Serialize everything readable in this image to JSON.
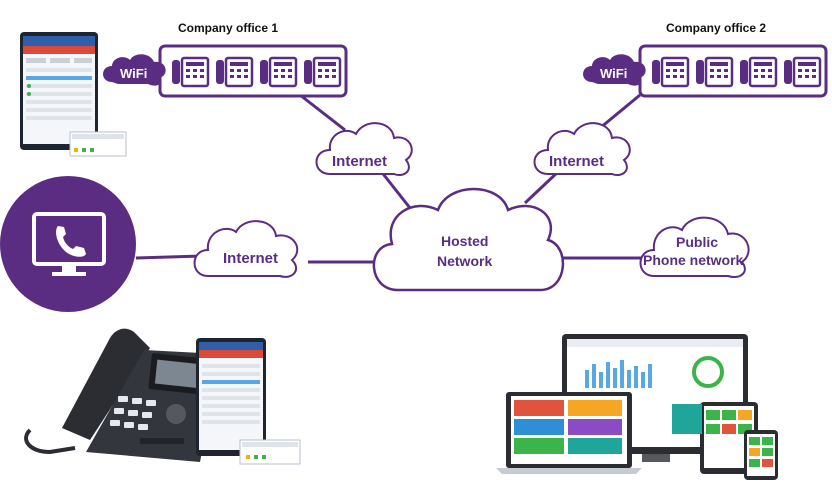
{
  "office1": {
    "title": "Company office 1",
    "wifi": "WiFi"
  },
  "office2": {
    "title": "Company office 2",
    "wifi": "WiFi"
  },
  "clouds": {
    "internet_left": "Internet",
    "internet_office1": "Internet",
    "internet_office2": "Internet",
    "hosted_line1": "Hosted",
    "hosted_line2": "Network",
    "public_line1": "Public",
    "public_line2": "Phone network"
  },
  "colors": {
    "accent": "#5b2d82",
    "line": "#5b2d82",
    "phone_dark": "#2b2d33"
  }
}
